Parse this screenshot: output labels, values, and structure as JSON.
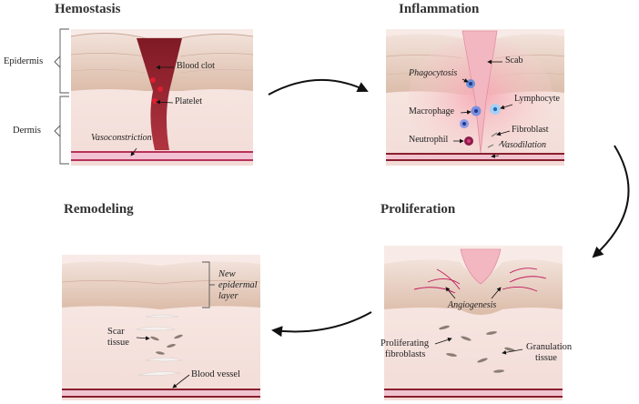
{
  "stages": {
    "hemostasis": "Hemostasis",
    "inflammation": "Inflammation",
    "proliferation": "Proliferation",
    "remodeling": "Remodeling"
  },
  "layers": {
    "epidermis": "Epidermis",
    "dermis": "Dermis"
  },
  "hemostasis_labels": {
    "blood_clot": "Blood clot",
    "platelet": "Platelet",
    "vasoconstriction": "Vasoconstriction"
  },
  "inflammation_labels": {
    "scab": "Scab",
    "phagocytosis": "Phagocytosis",
    "lymphocyte": "Lymphocyte",
    "macrophage": "Macrophage",
    "fibroblast": "Fibroblast",
    "neutrophil": "Neutrophil",
    "vasodilation": "Vasodilation"
  },
  "proliferation_labels": {
    "angiogenesis": "Angiogenesis",
    "proliferating_1": "Proliferating",
    "proliferating_2": "fibroblasts",
    "granulation_1": "Granulation",
    "granulation_2": "tissue"
  },
  "remodeling_labels": {
    "new_1": "New",
    "new_2": "epidermal",
    "new_3": "layer",
    "scar_1": "Scar",
    "scar_2": "tissue",
    "blood_vessel": "Blood vessel"
  },
  "colors": {
    "skin_top": "#f0ddd4",
    "skin_epidermis": "#e2c5b4",
    "dermis": "#f6e6e2",
    "clot": "#8e1f2a",
    "vessel": "#b8325a",
    "scab": "#f3b7c2"
  }
}
